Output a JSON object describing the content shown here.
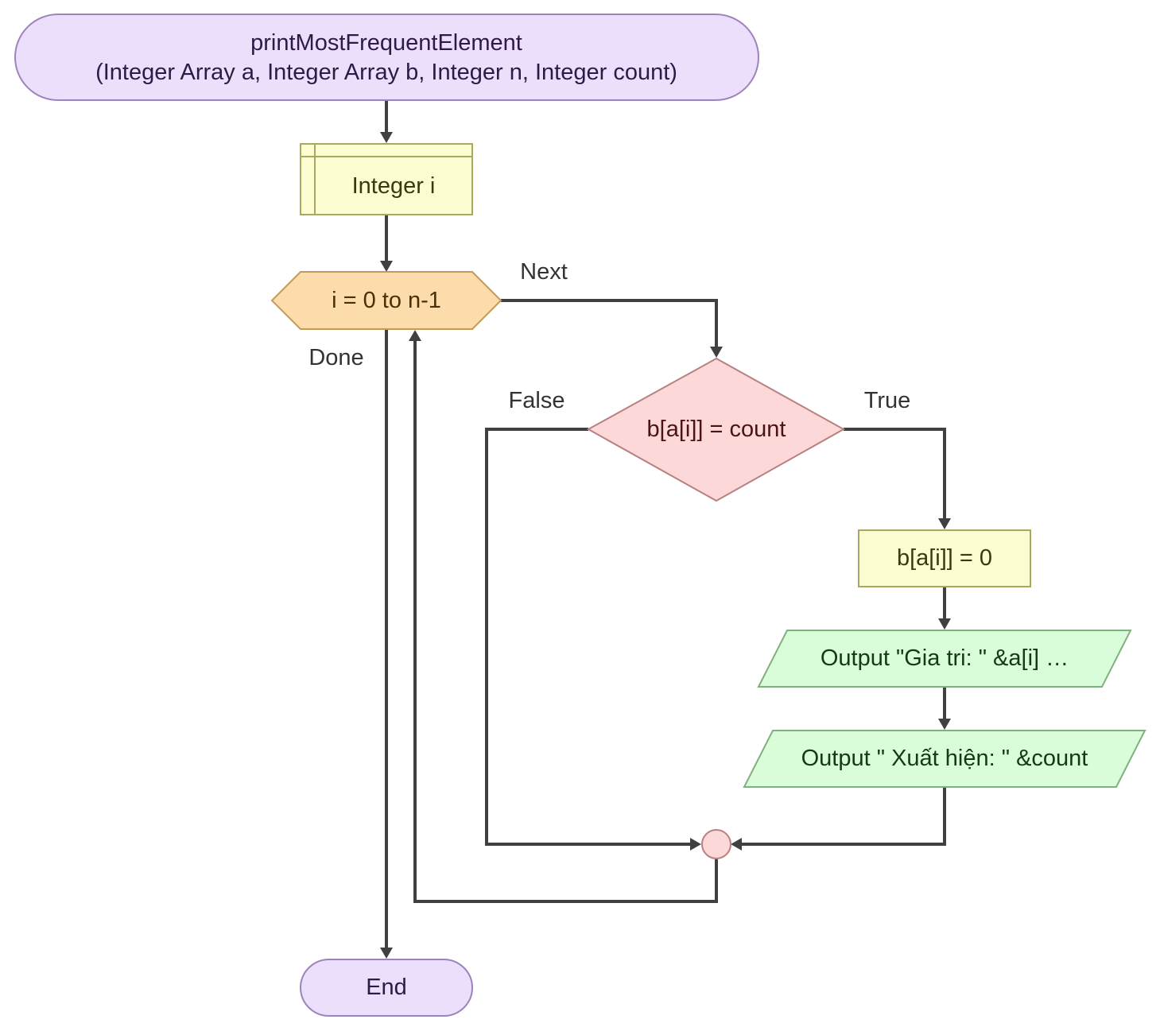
{
  "nodes": {
    "start": {
      "line1": "printMostFrequentElement",
      "line2": "(Integer Array a, Integer Array b, Integer n, Integer count)"
    },
    "declare": {
      "label": "Integer i"
    },
    "loop": {
      "label": "i = 0 to n-1"
    },
    "condition": {
      "label": "b[a[i]] = count"
    },
    "assign": {
      "label": "b[a[i]] = 0"
    },
    "output1": {
      "label": "Output \"Gia tri: \" &a[i] …"
    },
    "output2": {
      "label": "Output \" Xuất hiện: \" &count"
    },
    "end": {
      "label": "End"
    }
  },
  "edge_labels": {
    "next": "Next",
    "done": "Done",
    "false": "False",
    "true": "True"
  },
  "colors": {
    "terminal_fill": "#ecdffc",
    "terminal_stroke": "#9d83bd",
    "terminal_text": "#2e1a47",
    "declare_fill": "#fdfdd2",
    "declare_stroke": "#a8a860",
    "process_fill": "#fdfdd2",
    "process_stroke": "#a8a860",
    "process_text": "#3a3a10",
    "loop_fill": "#fddcab",
    "loop_stroke": "#c49a5a",
    "loop_text": "#4a2f08",
    "decision_fill": "#fdd8d8",
    "decision_stroke": "#b88080",
    "decision_text": "#4a1414",
    "io_fill": "#d8fdd8",
    "io_stroke": "#80b080",
    "io_text": "#143a14",
    "connector_fill": "#fdd8d8",
    "connector_stroke": "#b88080",
    "edge": "#404040"
  }
}
